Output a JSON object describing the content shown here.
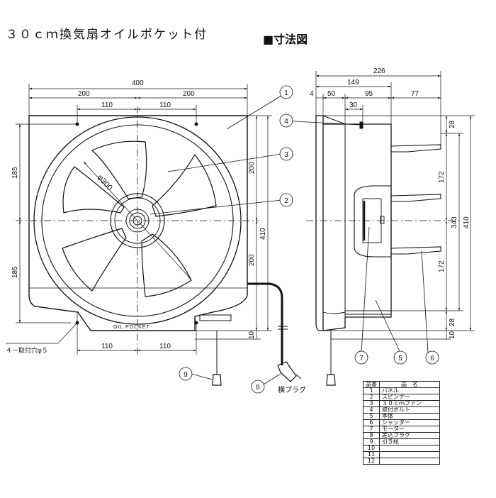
{
  "title": "３０ｃｍ換気扇オイルポケット付",
  "subtitle": "■寸法図",
  "front": {
    "width_total": "400",
    "half_left": "200",
    "half_right": "200",
    "hole_left": "110",
    "hole_right": "110",
    "bottom_left": "110",
    "bottom_right": "110",
    "upper_h": "185",
    "lower_h": "185",
    "right_upper": "200",
    "right_lower": "200",
    "height_total": "410",
    "bottom_gap": "10",
    "diameter": "φ300",
    "pocket_label": "OIL POCKET",
    "hole_note": "４－取付穴φ５",
    "plug_label": "横プラグ"
  },
  "side": {
    "depth_total": "226",
    "depth_a": "149",
    "d4": "4",
    "d50": "50",
    "d95": "95",
    "d77": "77",
    "d30": "30",
    "r28_top": "28",
    "r172_top": "172",
    "r343": "343",
    "r410": "410",
    "r172_bottom": "172",
    "r28_bottom": "28",
    "r10": "10"
  },
  "callouts": [
    "1",
    "2",
    "3",
    "4",
    "5",
    "6",
    "7",
    "8",
    "9"
  ],
  "parts_table": {
    "header_no": "品番",
    "header_name": "品　名",
    "rows": [
      {
        "no": "1",
        "name": "パネル"
      },
      {
        "no": "2",
        "name": "スピンナー"
      },
      {
        "no": "3",
        "name": "３０ｃｍファン"
      },
      {
        "no": "4",
        "name": "取付ボルト"
      },
      {
        "no": "5",
        "name": "本体"
      },
      {
        "no": "6",
        "name": "シャッター"
      },
      {
        "no": "7",
        "name": "モーター"
      },
      {
        "no": "8",
        "name": "差込プラグ"
      },
      {
        "no": "9",
        "name": "引き紐"
      },
      {
        "no": "10",
        "name": ""
      },
      {
        "no": "11",
        "name": ""
      },
      {
        "no": "12",
        "name": ""
      }
    ]
  }
}
